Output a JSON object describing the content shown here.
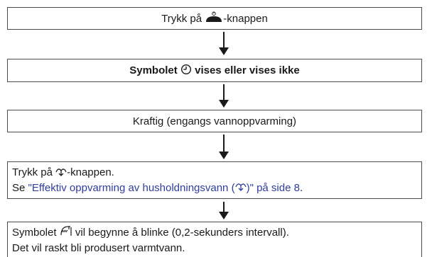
{
  "steps": [
    {
      "before": "Trykk på ",
      "icon": "power-button-icon",
      "after": "-knappen"
    },
    {
      "before": "Symbolet ",
      "icon": "timer-clock-icon",
      "after": " vises eller vises ikke"
    },
    {
      "text": "Kraftig (engangs vannoppvarming)"
    },
    {
      "line1_before": "Trykk på ",
      "line1_icon": "efficient-heating-icon",
      "line1_after": "-knappen.",
      "line2_prefix": "Se ",
      "link_part1": "\"Effektiv oppvarming av husholdningsvann (",
      "link_icon": "efficient-heating-icon",
      "link_part2": ")\" på side 8",
      "line2_suffix": "."
    },
    {
      "line1_before": "Symbolet ",
      "line1_icon": "hot-water-shower-icon",
      "line1_after": " vil begynne å blinke (0,2-sekunders intervall).",
      "line2": "Det vil raskt bli produsert varmtvann."
    }
  ],
  "colors": {
    "border": "#4a4a4a",
    "text": "#1a1a1a",
    "link": "#2e3d9e"
  }
}
